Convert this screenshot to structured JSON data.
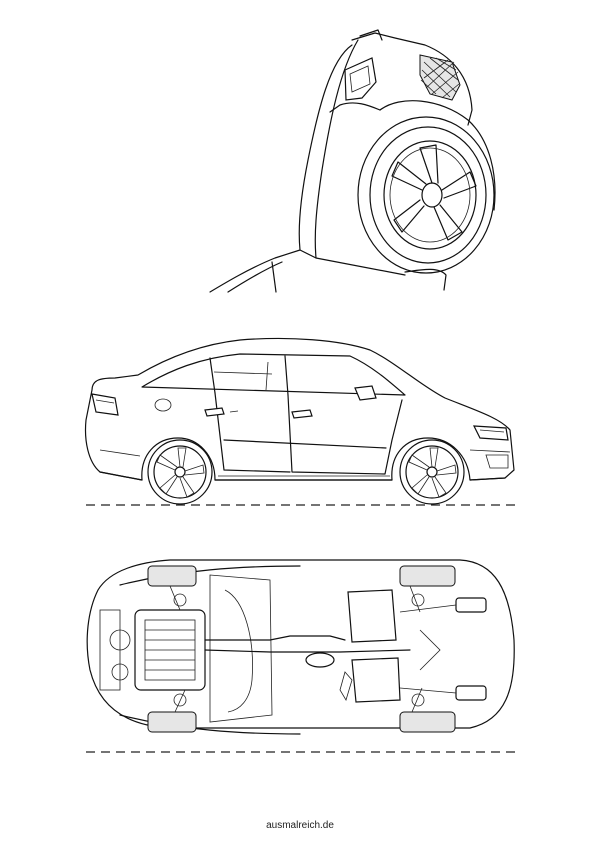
{
  "footer": {
    "site_credit": "ausmalreich.de"
  },
  "colors": {
    "line": "#111111",
    "background": "#ffffff"
  },
  "views": [
    "wheel-closeup",
    "side-view",
    "underbody-view"
  ]
}
